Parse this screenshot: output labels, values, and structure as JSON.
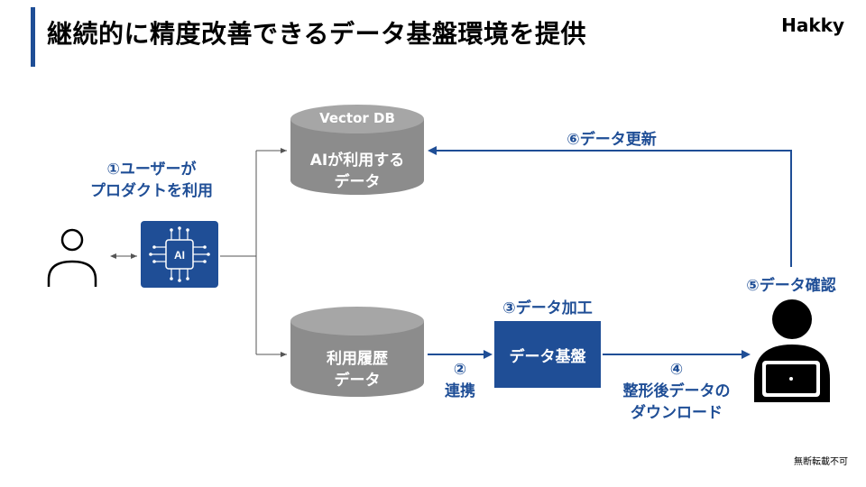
{
  "header": {
    "title": "継続的に精度改善できるデータ基盤環境を提供",
    "brand": "Hakky"
  },
  "diagram": {
    "user_step": {
      "line1": "①ユーザーが",
      "line2": "プロダクトを利用"
    },
    "ai_chip_label": "AI",
    "vector_db": {
      "tag": "Vector DB",
      "line1": "AIが利用する",
      "line2": "データ"
    },
    "history_db": {
      "line1": "利用履歴",
      "line2": "データ"
    },
    "step2": {
      "num": "②",
      "label": "連携"
    },
    "step3": "③データ加工",
    "platform": "データ基盤",
    "step4": {
      "num": "④",
      "line1": "整形後データの",
      "line2": "ダウンロード"
    },
    "step5": "⑤データ確認",
    "step6": "⑥データ更新"
  },
  "footer": {
    "note": "無断転載不可"
  },
  "colors": {
    "accent": "#1f4e96",
    "cylinder": "#8c8c8c",
    "cylinder_top": "#a6a6a6"
  }
}
